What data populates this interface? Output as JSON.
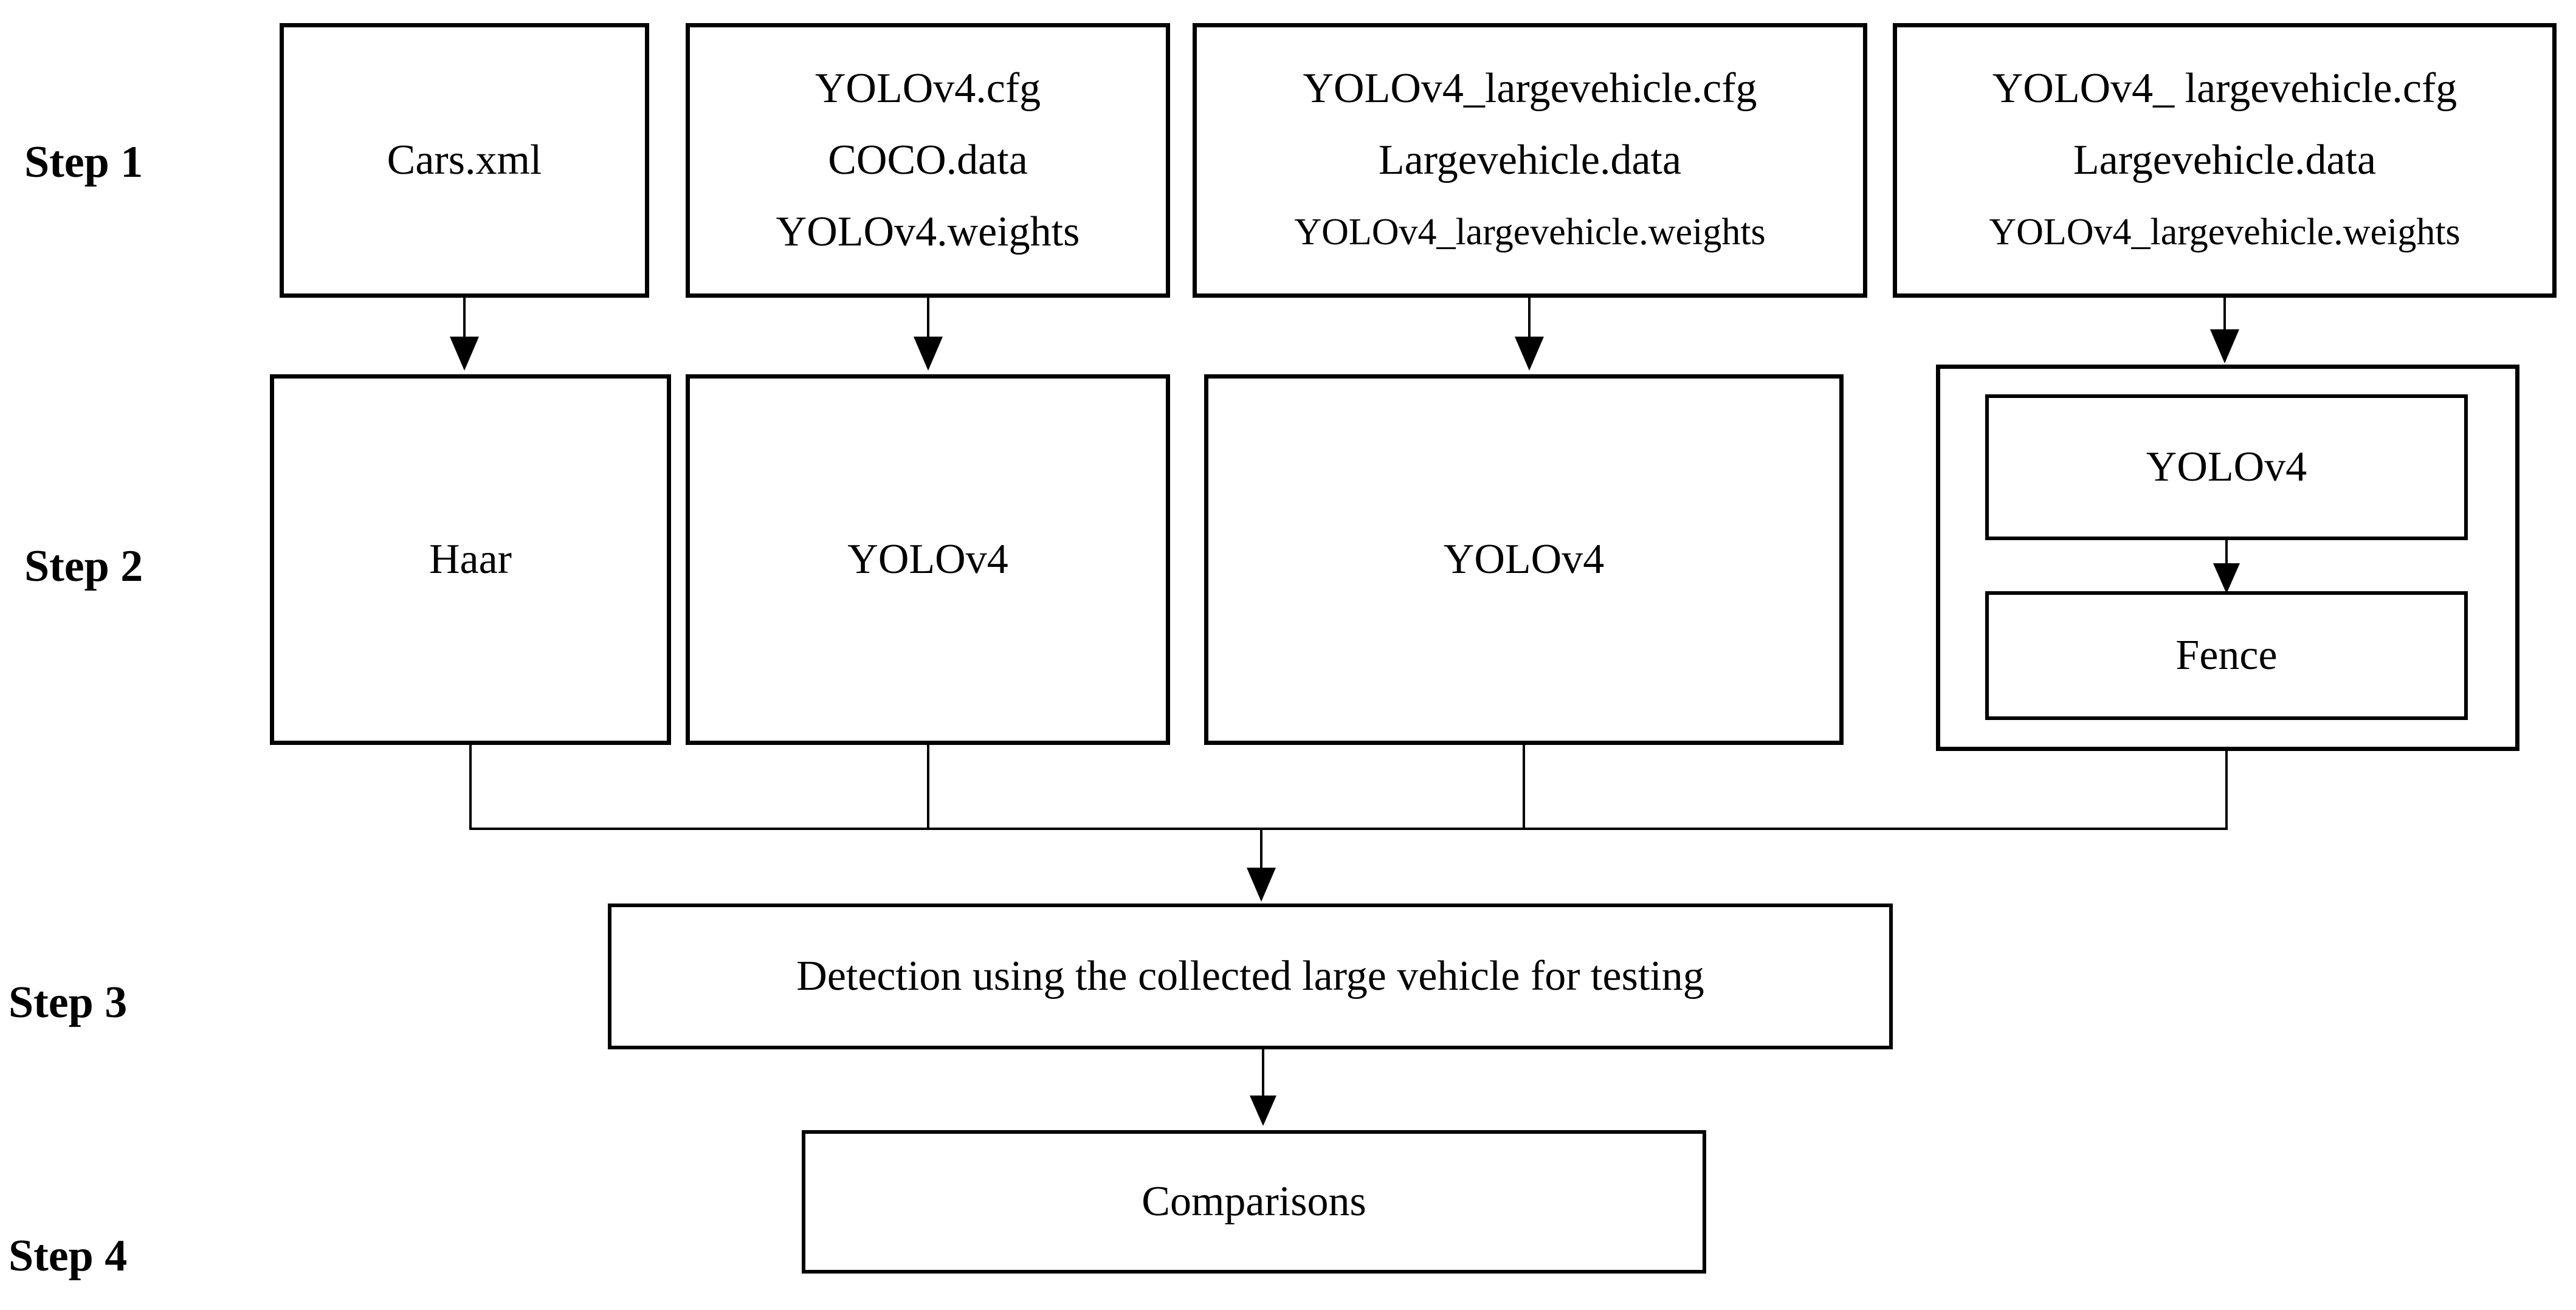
{
  "labels": {
    "step1": "Step 1",
    "step2": "Step 2",
    "step3": "Step 3",
    "step4": "Step 4"
  },
  "row1": {
    "cars": {
      "line1": "Cars.xml"
    },
    "coco": {
      "line1": "YOLOv4.cfg",
      "line2": "COCO.data",
      "line3": "YOLOv4.weights"
    },
    "large1": {
      "line1": "YOLOv4_largevehicle.cfg",
      "line2": "Largevehicle.data",
      "line3": "YOLOv4_largevehicle.weights"
    },
    "large2": {
      "line1": "YOLOv4_ largevehicle.cfg",
      "line2": "Largevehicle.data",
      "line3": "YOLOv4_largevehicle.weights"
    }
  },
  "row2": {
    "haar": "Haar",
    "yolo_a": "YOLOv4",
    "yolo_b": "YOLOv4",
    "nested": {
      "top": "YOLOv4",
      "bottom": "Fence"
    }
  },
  "row3": {
    "detection": "Detection using the collected large vehicle for testing"
  },
  "row4": {
    "comparisons": "Comparisons"
  },
  "colors": {
    "ink": "#000000",
    "paper": "#ffffff"
  }
}
